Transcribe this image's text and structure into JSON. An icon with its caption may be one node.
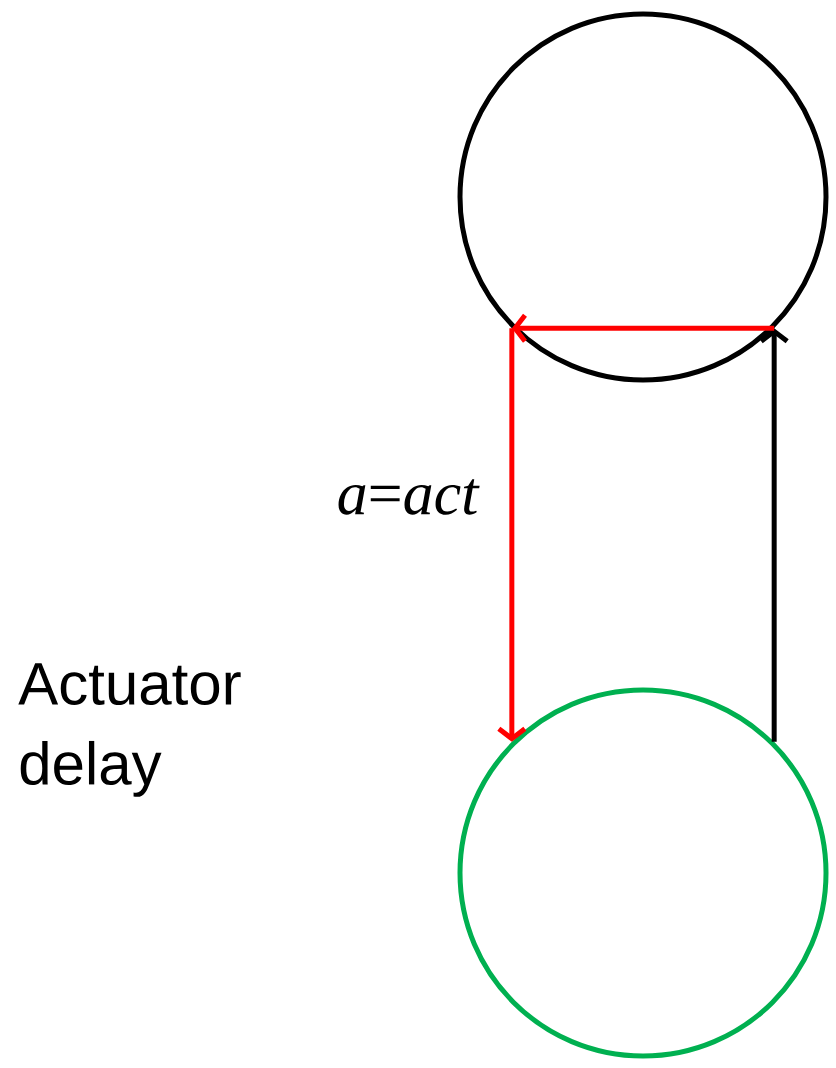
{
  "diagram": {
    "nodes": [
      {
        "text": [],
        "shape": "circle"
      },
      {
        "text": [],
        "shape": "circle"
      }
    ],
    "edges": [
      {
        "from": 1,
        "to": 0,
        "arrow": "to",
        "color": "#000000"
      },
      {
        "from": 0,
        "to": 0,
        "arrow": "to"
      },
      {
        "from": 0,
        "to": 1,
        "arrow": "to",
        "label": "*a*=*act*"
      }
    ],
    "labels": [
      "Actuator delay"
    ]
  }
}
